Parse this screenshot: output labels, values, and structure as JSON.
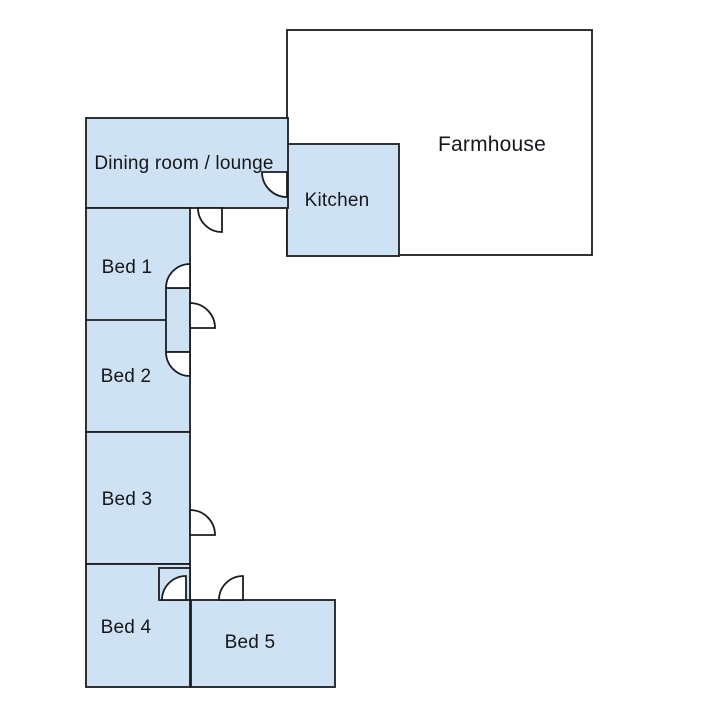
{
  "rooms": {
    "farmhouse": {
      "label": "Farmhouse"
    },
    "dining": {
      "label": "Dining room / lounge"
    },
    "kitchen": {
      "label": "Kitchen"
    },
    "bed1": {
      "label": "Bed 1"
    },
    "bed2": {
      "label": "Bed 2"
    },
    "bed3": {
      "label": "Bed 3"
    },
    "bed4": {
      "label": "Bed 4"
    },
    "bed5": {
      "label": "Bed 5"
    }
  },
  "doors": [
    {
      "name": "door-dining-to-kitchen"
    },
    {
      "name": "door-dining-to-corridor"
    },
    {
      "name": "door-vestibule-to-bed1"
    },
    {
      "name": "door-vestibule-exterior"
    },
    {
      "name": "door-vestibule-to-bed2"
    },
    {
      "name": "door-bed3"
    },
    {
      "name": "door-bed4-closet"
    },
    {
      "name": "door-bed5"
    }
  ],
  "colors": {
    "room_fill": "#cfe2f3",
    "farmhouse_fill": "#ffffff",
    "wall": "#1a1c22",
    "label_text": "#15171c",
    "background": "#ffffff"
  }
}
